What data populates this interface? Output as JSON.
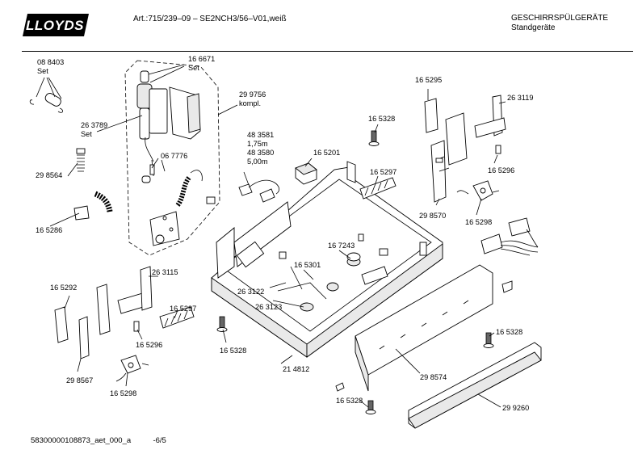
{
  "header": {
    "brand": "LLOYDS",
    "article": "Art.:715/239–09 – SE2NCH3/56–V01,weiß",
    "category": "GESCHIRRSPÜLGERÄTE",
    "subcategory": "Standgeräte"
  },
  "footer": {
    "doc_id": "58300000108873_aet_000_a",
    "page": "-6/5"
  },
  "parts": [
    {
      "id": "p1",
      "lines": [
        "08 8403",
        "Set"
      ]
    },
    {
      "id": "p2",
      "lines": [
        "16 6671",
        "Set"
      ]
    },
    {
      "id": "p3",
      "lines": [
        "29 9756",
        "kompl."
      ]
    },
    {
      "id": "p4",
      "lines": [
        "26 3789",
        "Set"
      ]
    },
    {
      "id": "p5",
      "lines": [
        "06 7776"
      ]
    },
    {
      "id": "p6",
      "lines": [
        "29 8564"
      ]
    },
    {
      "id": "p7",
      "lines": [
        "16 5286"
      ]
    },
    {
      "id": "p8",
      "lines": [
        "48 3581",
        "1,75m",
        "48 3580",
        "5,00m"
      ]
    },
    {
      "id": "p9",
      "lines": [
        "16 5201"
      ]
    },
    {
      "id": "p10",
      "lines": [
        "16 5328"
      ]
    },
    {
      "id": "p11",
      "lines": [
        "16 5295"
      ]
    },
    {
      "id": "p12",
      "lines": [
        "26 3119"
      ]
    },
    {
      "id": "p13",
      "lines": [
        "16 5297"
      ]
    },
    {
      "id": "p14",
      "lines": [
        "16 5296"
      ]
    },
    {
      "id": "p15",
      "lines": [
        "29 8570"
      ]
    },
    {
      "id": "p16",
      "lines": [
        "16 5298"
      ]
    },
    {
      "id": "p17",
      "lines": [
        "16 7243"
      ]
    },
    {
      "id": "p18",
      "lines": [
        "16 5301"
      ]
    },
    {
      "id": "p19",
      "lines": [
        "26 3122"
      ]
    },
    {
      "id": "p20",
      "lines": [
        "26 3123"
      ]
    },
    {
      "id": "p21",
      "lines": [
        "16 5292"
      ]
    },
    {
      "id": "p22",
      "lines": [
        "26 3115"
      ]
    },
    {
      "id": "p23",
      "lines": [
        "16 5297"
      ]
    },
    {
      "id": "p24",
      "lines": [
        "16 5296"
      ]
    },
    {
      "id": "p25",
      "lines": [
        "29 8567"
      ]
    },
    {
      "id": "p26",
      "lines": [
        "16 5298"
      ]
    },
    {
      "id": "p27",
      "lines": [
        "16 5328"
      ]
    },
    {
      "id": "p28",
      "lines": [
        "21 4812"
      ]
    },
    {
      "id": "p29",
      "lines": [
        "16 5328"
      ]
    },
    {
      "id": "p30",
      "lines": [
        "29 8574"
      ]
    },
    {
      "id": "p31",
      "lines": [
        "16 5328"
      ]
    },
    {
      "id": "p32",
      "lines": [
        "29 9260"
      ]
    }
  ]
}
